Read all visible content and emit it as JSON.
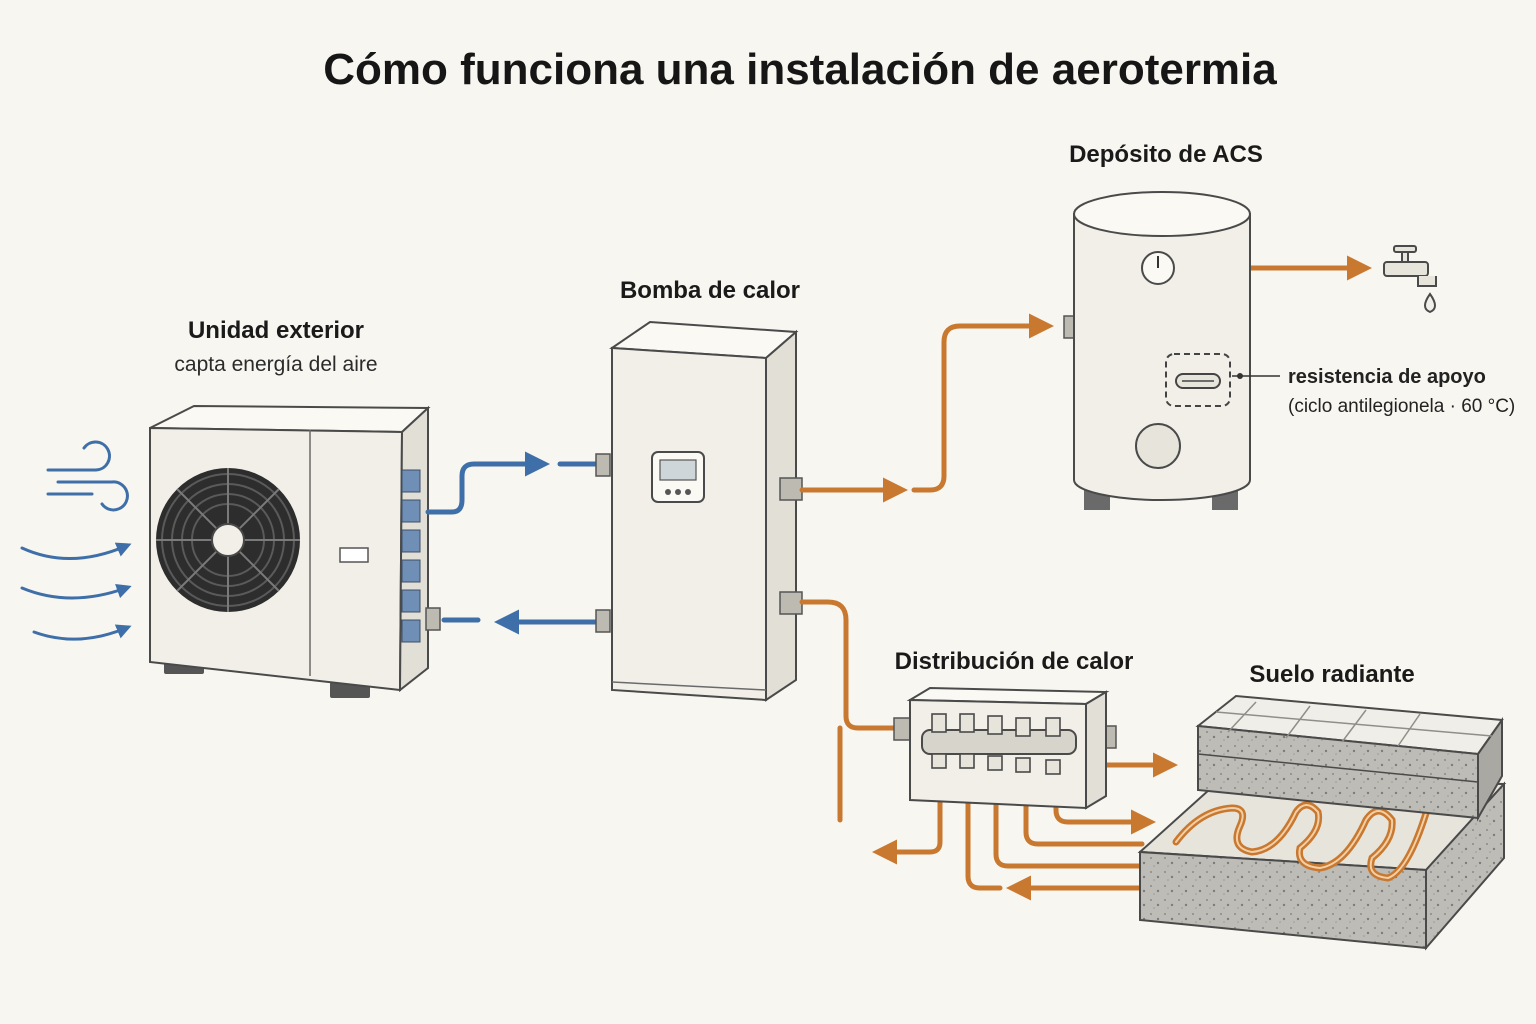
{
  "title": "Cómo funciona una instalación de aerotermia",
  "components": {
    "outdoor_unit": {
      "label": "Unidad exterior",
      "sublabel": "capta energía del aire"
    },
    "heat_pump": {
      "label": "Bomba de calor"
    },
    "dhw_tank": {
      "label": "Depósito de ACS"
    },
    "backup_heater": {
      "label": "resistencia de apoyo",
      "note": "(ciclo antilegionela · 60 °C)"
    },
    "manifold": {
      "label": "Distribución de calor"
    },
    "underfloor": {
      "label": "Suelo radiante"
    }
  },
  "colors": {
    "cold_pipe": "#3f6fa8",
    "hot_pipe": "#c8782f",
    "outline": "#4a4a4a",
    "casing": "#f1efe8",
    "background": "#f8f6f0"
  },
  "icons": [
    "wind-icon",
    "fan-icon",
    "thermostat-display-icon",
    "gauge-icon",
    "heating-element-icon",
    "tap-icon",
    "water-drop-icon"
  ]
}
